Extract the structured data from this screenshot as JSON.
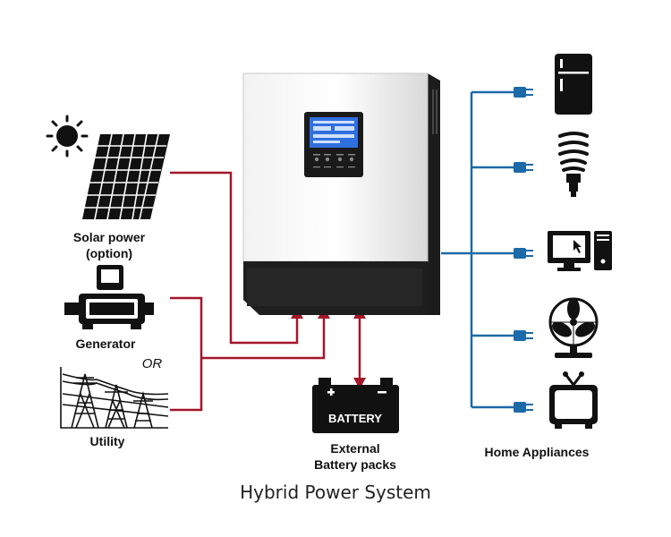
{
  "labels": {
    "solar_line1": "Solar power",
    "solar_line2": "(option)",
    "generator": "Generator",
    "or": "OR",
    "utility": "Utility",
    "battery_text": "BATTERY",
    "external_line1": "External",
    "external_line2": "Battery packs",
    "home_appliances": "Home Appliances"
  },
  "caption": "Hybrid Power System",
  "colors": {
    "input_wire": "#a3162a",
    "output_wire": "#1c6aa8",
    "icon": "#111111"
  },
  "icons": [
    "sun-icon",
    "solar-panel-icon",
    "generator-icon",
    "utility-tower-icon",
    "battery-icon",
    "refrigerator-icon",
    "light-bulb-icon",
    "computer-icon",
    "fan-icon",
    "tv-icon",
    "inverter-unit"
  ]
}
